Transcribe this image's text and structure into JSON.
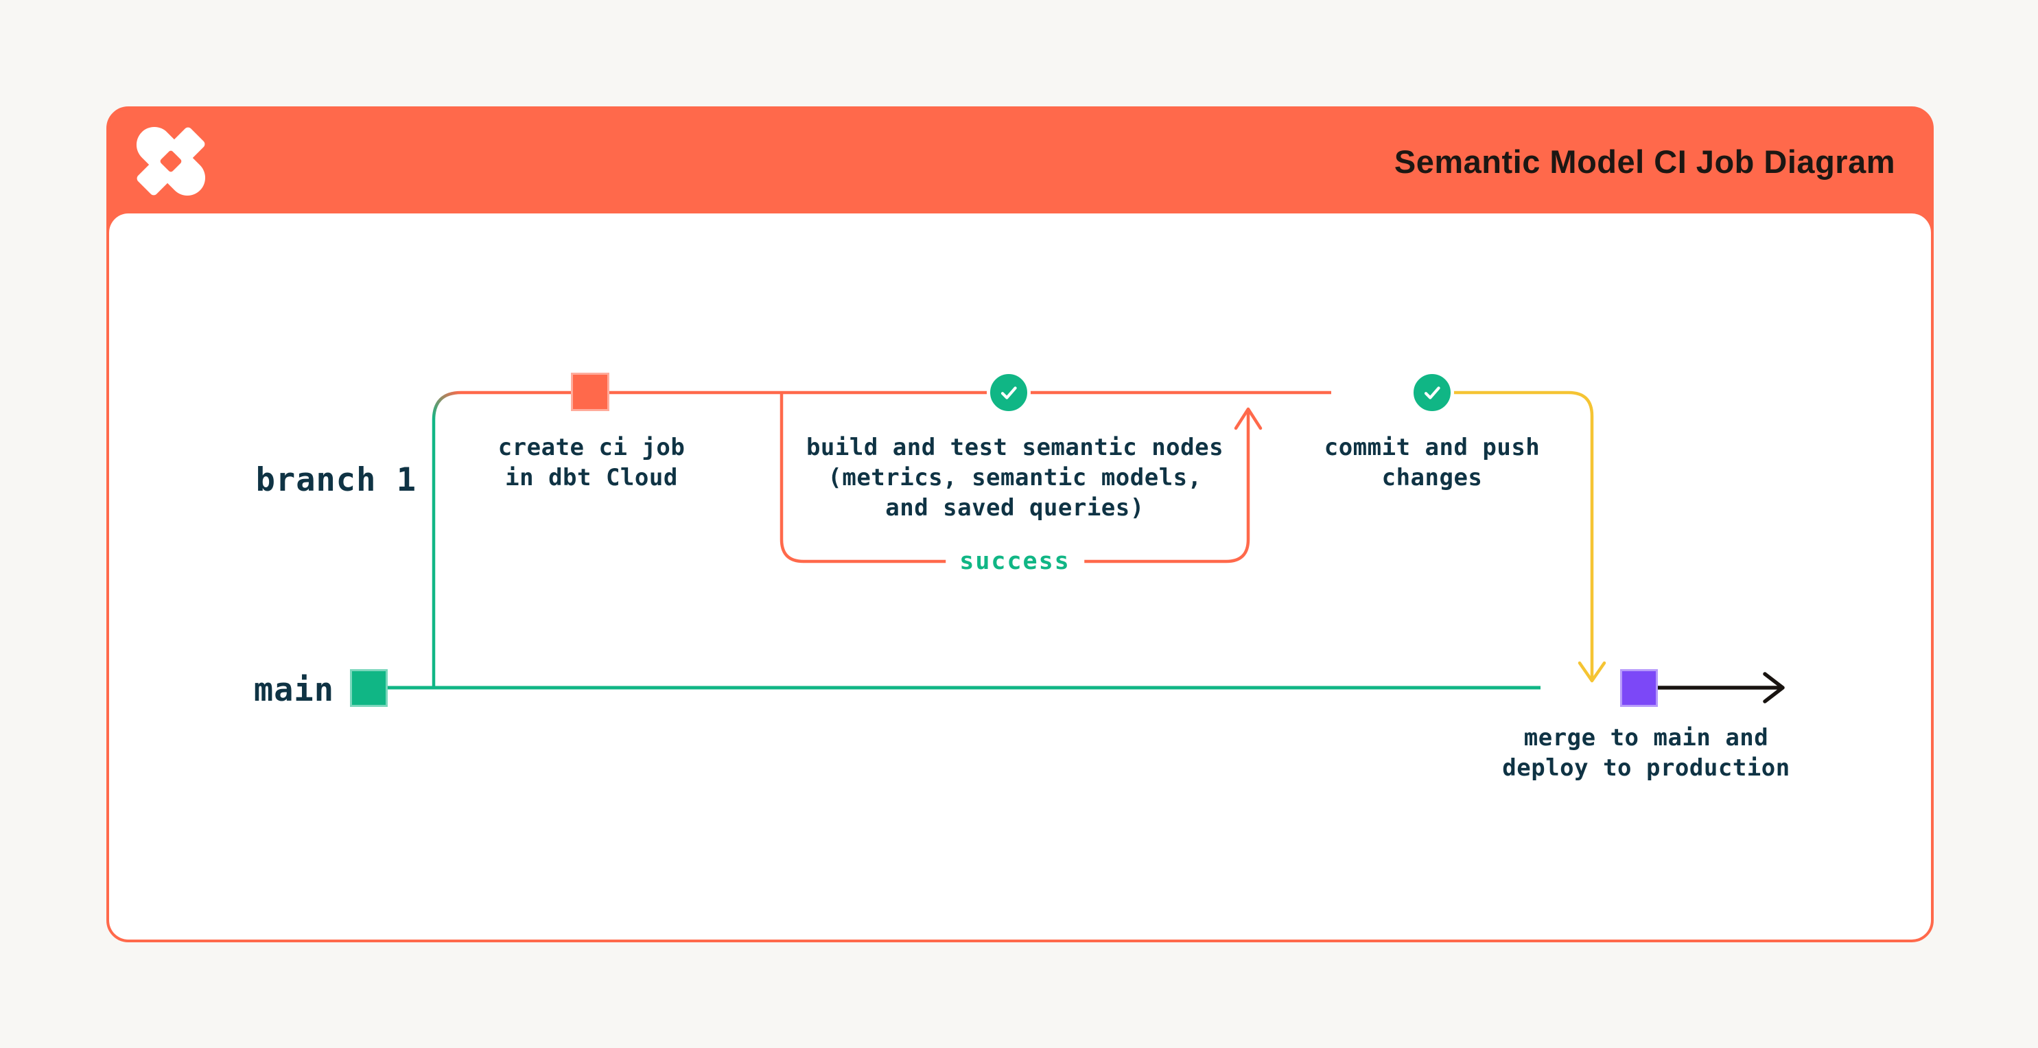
{
  "header": {
    "title": "Semantic Model CI Job Diagram",
    "logo": "dbt-logo"
  },
  "colors": {
    "orange": "#ff694b",
    "green": "#10b685",
    "yellow": "#f5c433",
    "purple": "#7c48f7",
    "ink": "#0f3344",
    "title_text": "#1c1713",
    "page_background": "#f8f7f4",
    "card_background": "#ffffff"
  },
  "diagram": {
    "branch_label": "branch 1",
    "main_label": "main",
    "loop_label": "success",
    "icons": {
      "check": "check-icon",
      "arrow_up": "arrow-up-icon",
      "arrow_down": "arrow-down-icon",
      "arrow_right": "arrow-right-icon"
    },
    "nodes": [
      {
        "id": "create-ci-job",
        "marker": "orange-commit-square",
        "lines": [
          "create ci job",
          "in dbt Cloud"
        ]
      },
      {
        "id": "build-and-test",
        "marker": "check-circle",
        "lines": [
          "build and test semantic nodes",
          "(metrics, semantic models,",
          "and saved queries)"
        ]
      },
      {
        "id": "commit-and-push",
        "marker": "check-circle",
        "lines": [
          "commit and push",
          "changes"
        ]
      },
      {
        "id": "merge-and-deploy",
        "marker": "purple-commit-square",
        "lines": [
          "merge to main and",
          "deploy to production"
        ]
      }
    ]
  }
}
